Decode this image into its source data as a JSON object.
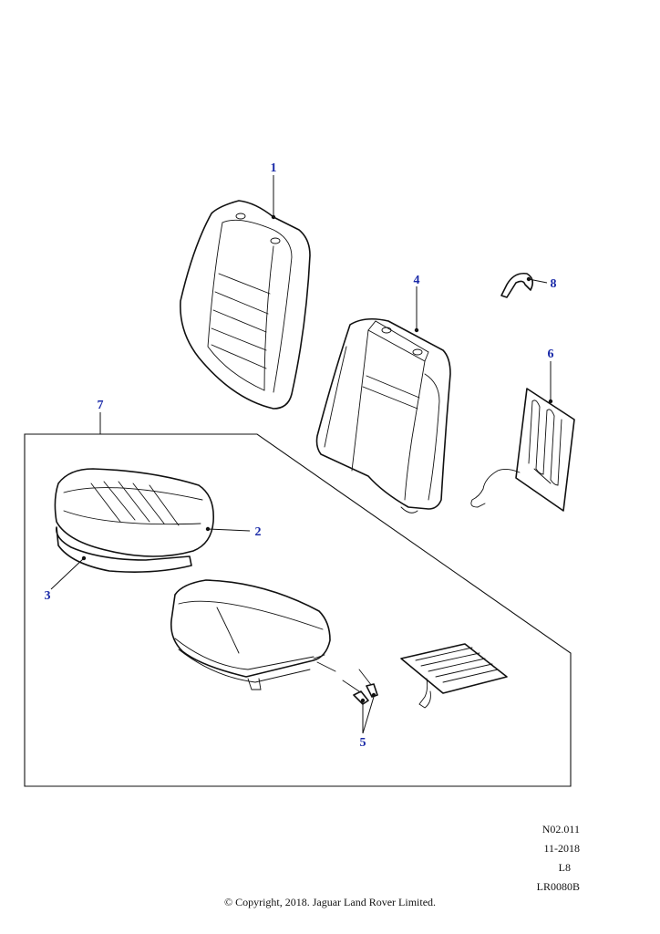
{
  "callouts": {
    "c1": "1",
    "c2": "2",
    "c3": "3",
    "c4": "4",
    "c5": "5",
    "c6": "6",
    "c7": "7",
    "c8": "8"
  },
  "meta": {
    "ref": "N02.011",
    "date": "11-2018",
    "variant": "L8",
    "code": "LR0080B"
  },
  "copyright": "© Copyright, 2018. Jaguar Land Rover Limited.",
  "colors": {
    "callout": "#1a2aa8",
    "line": "#111111"
  }
}
